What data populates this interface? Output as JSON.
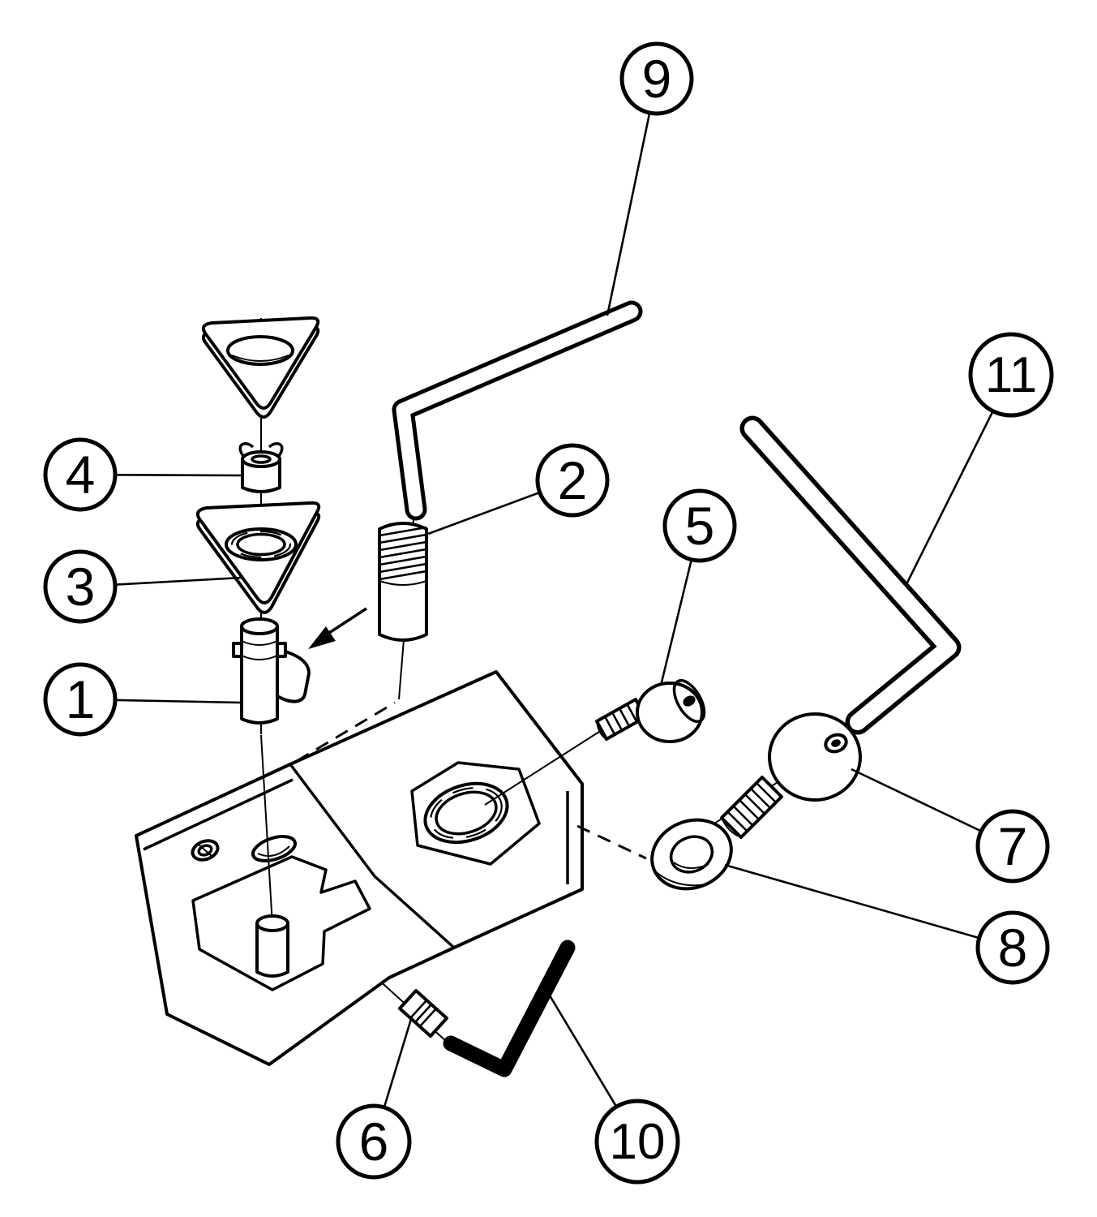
{
  "figure": {
    "kind": "exploded-assembly-diagram",
    "ink_color": "#000000",
    "paper_color": "#ffffff",
    "callouts": [
      {
        "label": "1"
      },
      {
        "label": "2"
      },
      {
        "label": "3"
      },
      {
        "label": "4"
      },
      {
        "label": "5"
      },
      {
        "label": "6"
      },
      {
        "label": "7"
      },
      {
        "label": "8"
      },
      {
        "label": "9"
      },
      {
        "label": "10"
      },
      {
        "label": "11"
      }
    ]
  }
}
